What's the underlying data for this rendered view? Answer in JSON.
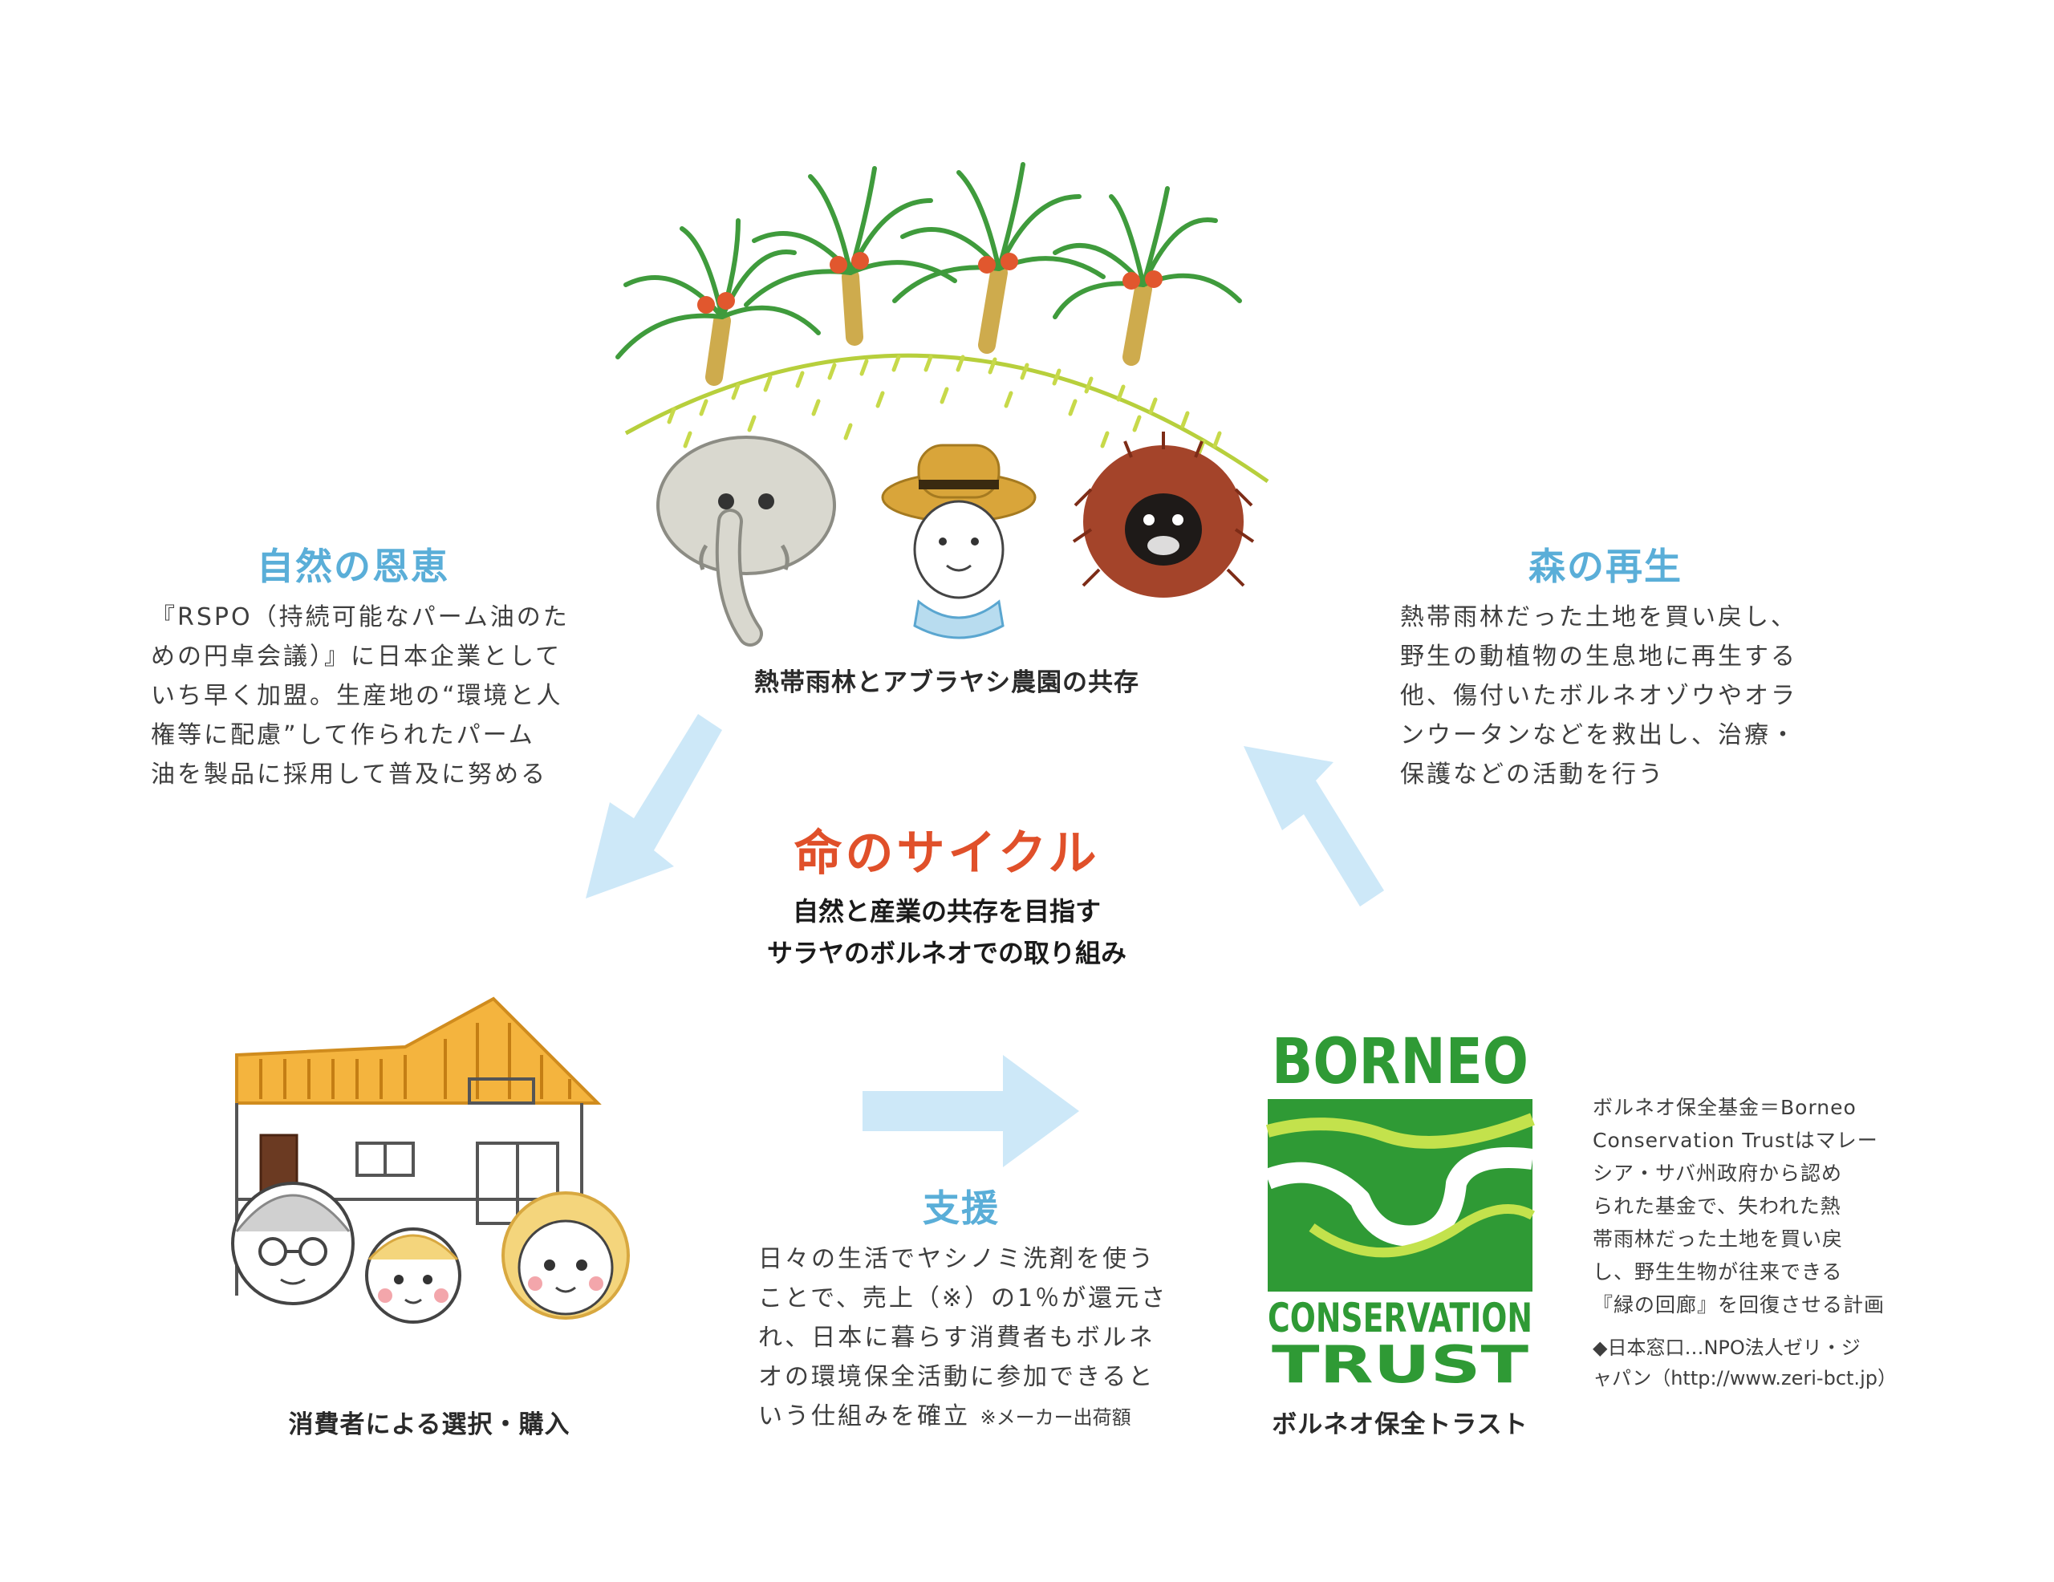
{
  "top": {
    "caption": "熱帯雨林とアブラヤシ農園の共存"
  },
  "left": {
    "heading": "自然の恩恵",
    "lines": [
      "『RSPO（持続可能なパーム油のた",
      "めの円卓会議）』に日本企業として",
      "いち早く加盟。生産地の“環境と人",
      "権等に配慮”して作られたパーム",
      "油を製品に採用して普及に努める"
    ]
  },
  "right": {
    "heading": "森の再生",
    "lines": [
      "熱帯雨林だった土地を買い戻し、",
      "野生の動植物の生息地に再生する",
      "他、傷付いたボルネオゾウやオラ",
      "ンウータンなどを救出し、治療・",
      "保護などの活動を行う"
    ]
  },
  "center": {
    "title": "命のサイクル",
    "sub1": "自然と産業の共存を目指す",
    "sub2": "サラヤのボルネオでの取り組み"
  },
  "consumer": {
    "caption": "消費者による選択・購入"
  },
  "support": {
    "heading": "支援",
    "lines": [
      "日々の生活でヤシノミ洗剤を使う",
      "ことで、売上（※）の1％が還元さ",
      "れ、日本に暮らす消費者もボルネ",
      "オの環境保全活動に参加できると"
    ],
    "last_line": "いう仕組みを確立",
    "note": "※メーカー出荷額"
  },
  "logo": {
    "word1": "BORNEO",
    "word2": "CONSERVATION",
    "word3": "TRUST",
    "caption": "ボルネオ保全トラスト"
  },
  "bct_info": {
    "lines": [
      "ボルネオ保全基金＝Borneo",
      "Conservation Trustはマレー",
      "シア・サバ州政府から認め",
      "られた基金で、失われた熱",
      "帯雨林だった土地を買い戻",
      "し、野生生物が往来できる",
      "『緑の回廊』を回復させる計画"
    ],
    "contact1": "◆日本窓口…NPO法人ゼリ・ジ",
    "contact2": "ャパン（http://www.zeri-bct.jp）"
  },
  "colors": {
    "arrow": "#cde8f8",
    "heading_blue": "#5aaed8",
    "title_orange": "#e0502a",
    "logo_green": "#2f9a35"
  }
}
